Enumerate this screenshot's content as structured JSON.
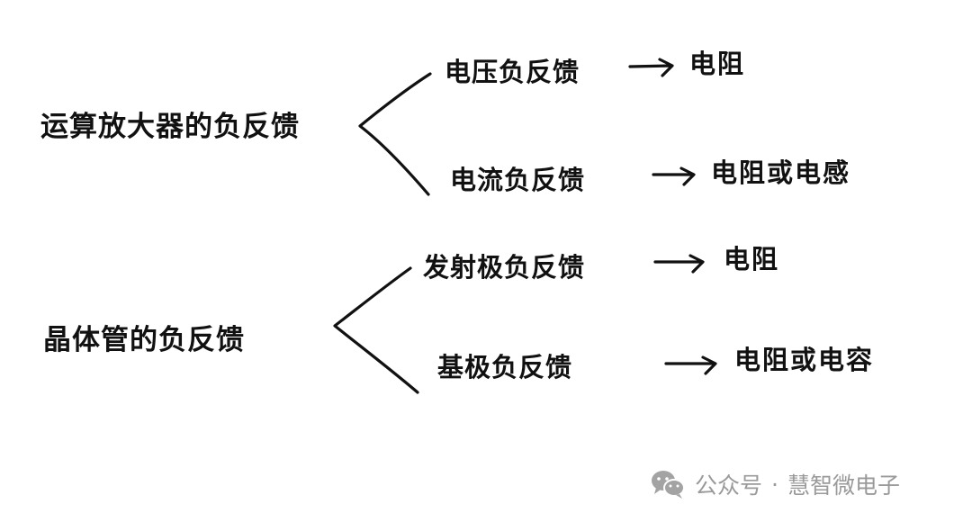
{
  "diagram": {
    "groups": [
      {
        "root": "运算放大器的负反馈",
        "branches": [
          {
            "label": "电压负反馈",
            "result": "电阻"
          },
          {
            "label": "电流负反馈",
            "result": "电阻或电感"
          }
        ]
      },
      {
        "root": "晶体管的负反馈",
        "branches": [
          {
            "label": "发射极负反馈",
            "result": "电阻"
          },
          {
            "label": "基极负反馈",
            "result": "电阻或电容"
          }
        ]
      }
    ]
  },
  "watermark": {
    "prefix": "公众号",
    "separator": "·",
    "account": "慧智微电子",
    "icon": "wechat-icon"
  },
  "colors": {
    "ink": "#111111",
    "watermark": "#9a9a9a"
  }
}
